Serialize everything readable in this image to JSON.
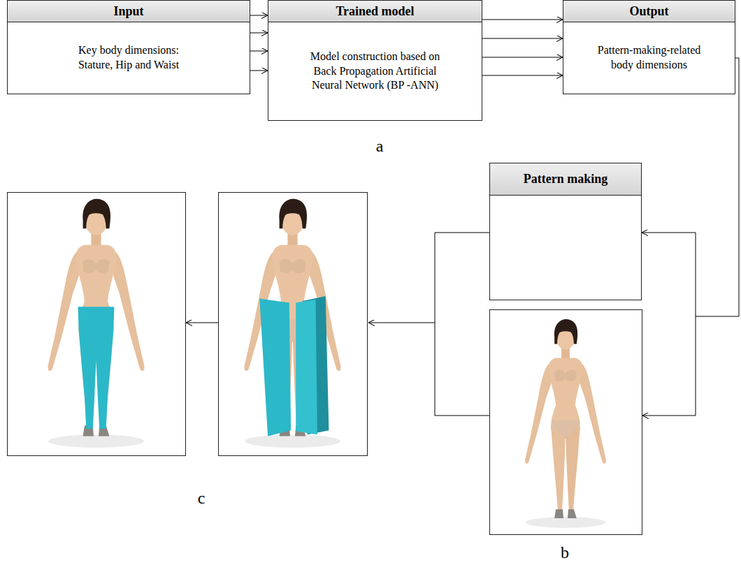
{
  "diagram": {
    "nodes": [
      {
        "text": [
          "Input",
          "Key body dimensions: Stature, Hip and Waist"
        ]
      },
      {
        "text": [
          "Trained model",
          "Model construction based on Back Propagation Artificial Neural Network (BP -ANN)"
        ]
      },
      {
        "text": [
          "Output",
          "Pattern-making-related body dimensions"
        ]
      },
      {
        "text": [
          "Pattern making"
        ]
      }
    ],
    "edges": [
      {
        "from": 0,
        "to": 1,
        "arrow": "to"
      },
      {
        "from": 0,
        "to": 1,
        "arrow": "to"
      },
      {
        "from": 0,
        "to": 1,
        "arrow": "to"
      },
      {
        "from": 0,
        "to": 1,
        "arrow": "to"
      },
      {
        "from": 1,
        "to": 2,
        "arrow": "to"
      },
      {
        "from": 1,
        "to": 2,
        "arrow": "to"
      },
      {
        "from": 1,
        "to": 2,
        "arrow": "to"
      },
      {
        "from": 1,
        "to": 2,
        "arrow": "to"
      },
      {
        "from": 2,
        "to": 3,
        "arrow": "to"
      }
    ],
    "labels": [
      "a",
      "b",
      "c"
    ]
  }
}
